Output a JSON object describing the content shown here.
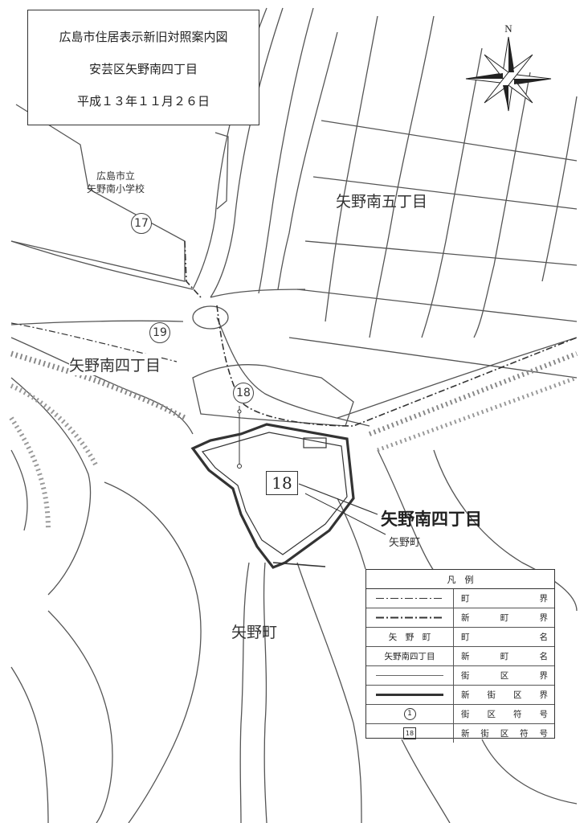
{
  "title": {
    "line1": "広島市住居表示新旧対照案内図",
    "line2": "安芸区矢野南四丁目",
    "line3": "平成１３年１１月２６日"
  },
  "compass": {
    "north_label": "N",
    "icon": "compass-rose-icon"
  },
  "labels": {
    "school": "広島市立",
    "school2": "矢野南小学校",
    "area_5chome": "矢野南五丁目",
    "area_4chome_old": "矢野南四丁目",
    "area_4chome_new": "矢野南四丁目",
    "yanocho_small": "矢野町",
    "yanocho_large": "矢野町"
  },
  "block_numbers": {
    "circle_17": "17",
    "circle_19": "19",
    "circle_18": "18",
    "box_18": "18"
  },
  "legend": {
    "title": "凡　例",
    "rows": [
      {
        "symbol_type": "dash-dot",
        "symbol_text": "",
        "desc": [
          "町",
          "界"
        ]
      },
      {
        "symbol_type": "dash-dot-bold",
        "symbol_text": "",
        "desc": [
          "新",
          "町",
          "界"
        ]
      },
      {
        "symbol_type": "text",
        "symbol_text": "矢　野　町",
        "desc": [
          "町",
          "名"
        ]
      },
      {
        "symbol_type": "text",
        "symbol_text": "矢野南四丁目",
        "desc": [
          "新",
          "町",
          "名"
        ]
      },
      {
        "symbol_type": "thin-line",
        "symbol_text": "",
        "desc": [
          "街",
          "区",
          "界"
        ]
      },
      {
        "symbol_type": "thick-line",
        "symbol_text": "",
        "desc": [
          "新",
          "街",
          "区",
          "界"
        ]
      },
      {
        "symbol_type": "circle",
        "symbol_text": "1",
        "desc": [
          "街",
          "区",
          "符",
          "号"
        ]
      },
      {
        "symbol_type": "box",
        "symbol_text": "18",
        "desc": [
          "新",
          "街",
          "区",
          "符",
          "号"
        ]
      }
    ]
  }
}
